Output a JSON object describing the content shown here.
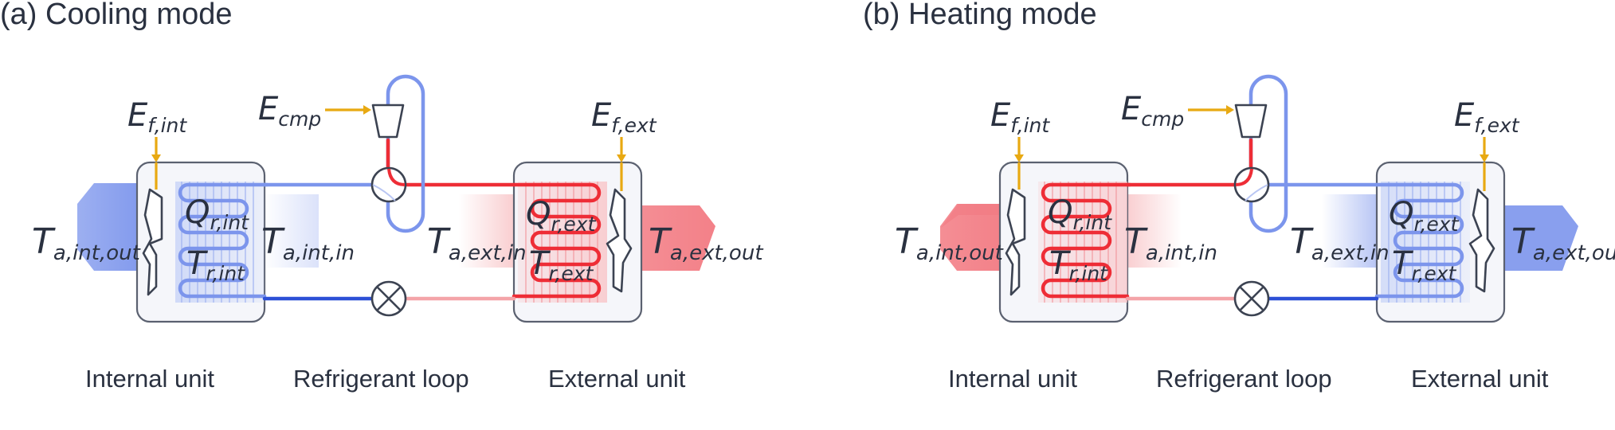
{
  "colors": {
    "cold": "#7c95ec",
    "cold_dark": "#2d50d6",
    "hot": "#ee2d36",
    "hot_light": "#f4a4a8",
    "energy": "#e8a912",
    "frame": "#5b6170",
    "text": "#2a3140"
  },
  "panels": [
    {
      "title": "(a) Cooling mode",
      "mode": "cooling",
      "labels": {
        "ef_int": {
          "main": "E",
          "sub": "f,int"
        },
        "e_cmp": {
          "main": "E",
          "sub": "cmp"
        },
        "ef_ext": {
          "main": "E",
          "sub": "f,ext"
        },
        "q_int": {
          "main": "Q",
          "sub": "r,int"
        },
        "t_r_int": {
          "main": "T",
          "sub": "r,int"
        },
        "q_ext": {
          "main": "Q",
          "sub": "r,ext"
        },
        "t_r_ext": {
          "main": "T",
          "sub": "r,ext"
        },
        "t_a_int_out": {
          "main": "T",
          "sub": "a,int,out"
        },
        "t_a_int_in": {
          "main": "T",
          "sub": "a,int,in"
        },
        "t_a_ext_in": {
          "main": "T",
          "sub": "a,ext,in"
        },
        "t_a_ext_out": {
          "main": "T",
          "sub": "a,ext,out"
        }
      },
      "captions": {
        "internal": "Internal unit",
        "loop": "Refrigerant loop",
        "external": "External unit"
      }
    },
    {
      "title": "(b) Heating mode",
      "mode": "heating",
      "labels": {
        "ef_int": {
          "main": "E",
          "sub": "f,int"
        },
        "e_cmp": {
          "main": "E",
          "sub": "cmp"
        },
        "ef_ext": {
          "main": "E",
          "sub": "f,ext"
        },
        "q_int": {
          "main": "Q",
          "sub": "r,int"
        },
        "t_r_int": {
          "main": "T",
          "sub": "r,int"
        },
        "q_ext": {
          "main": "Q",
          "sub": "r,ext"
        },
        "t_r_ext": {
          "main": "T",
          "sub": "r,ext"
        },
        "t_a_int_out": {
          "main": "T",
          "sub": "a,int,out"
        },
        "t_a_int_in": {
          "main": "T",
          "sub": "a,int,in"
        },
        "t_a_ext_in": {
          "main": "T",
          "sub": "a,ext,in"
        },
        "t_a_ext_out": {
          "main": "T",
          "sub": "a,ext,out"
        }
      },
      "captions": {
        "internal": "Internal unit",
        "loop": "Refrigerant loop",
        "external": "External unit"
      }
    }
  ]
}
